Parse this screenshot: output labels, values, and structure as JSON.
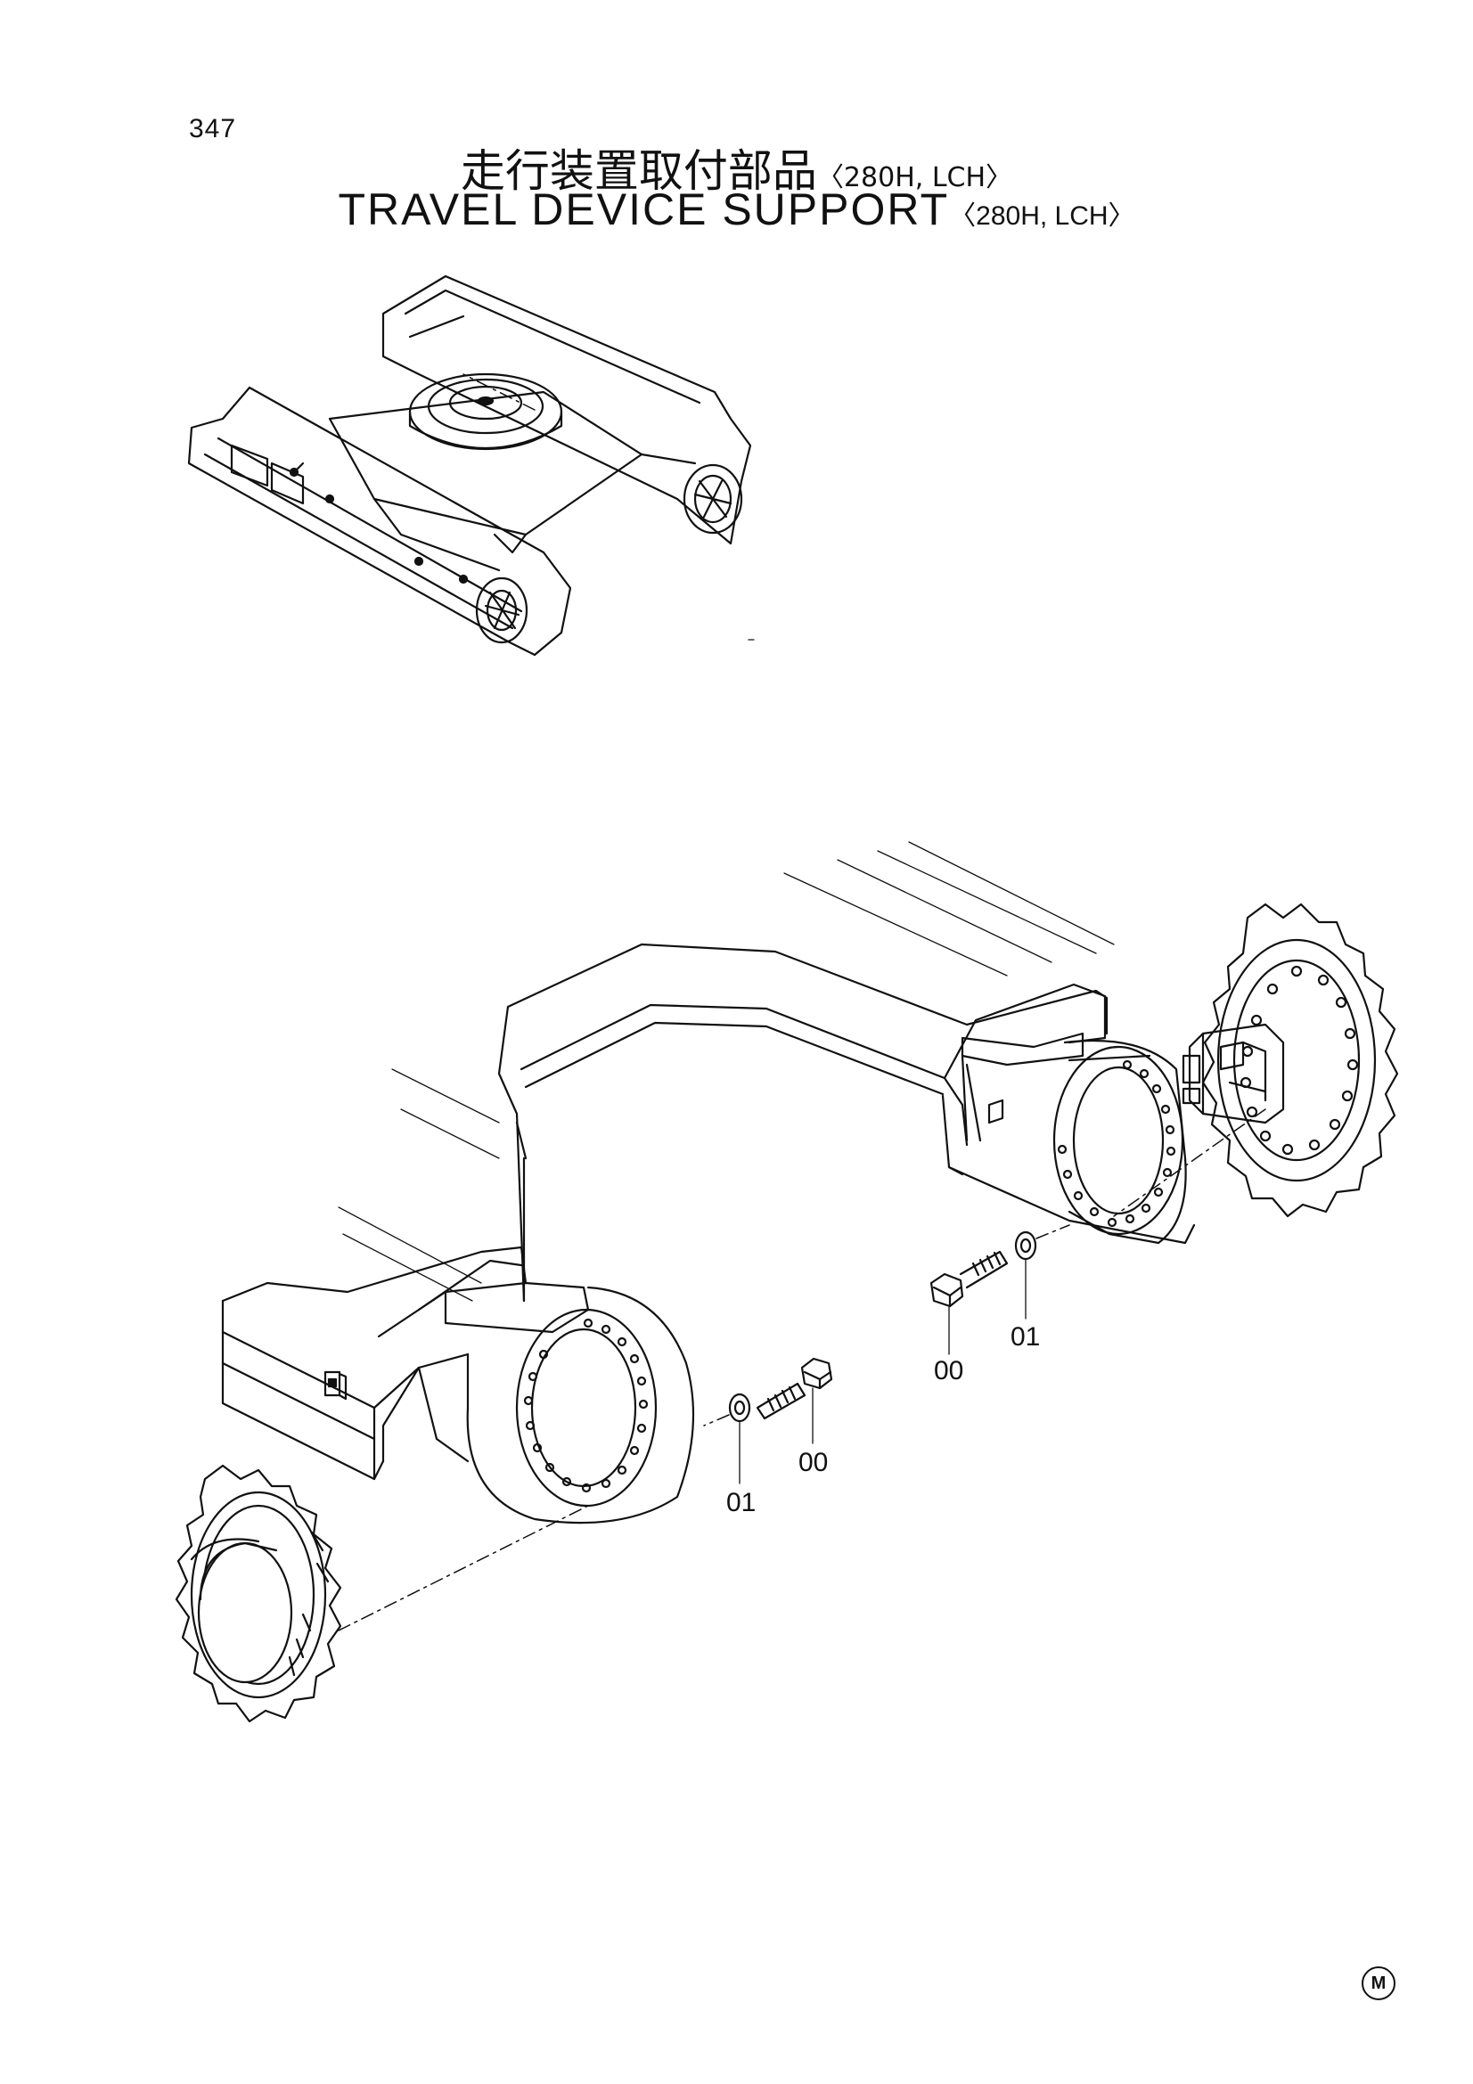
{
  "page_number": "347",
  "title_jp": "走行装置取付部品",
  "title_en": "TRAVEL DEVICE SUPPORT",
  "model_suffix": "〈280H, LCH〉",
  "callouts": {
    "bolt_right": "00",
    "washer_right": "01",
    "bolt_left": "00",
    "washer_left": "01"
  },
  "corner_marker": "M"
}
